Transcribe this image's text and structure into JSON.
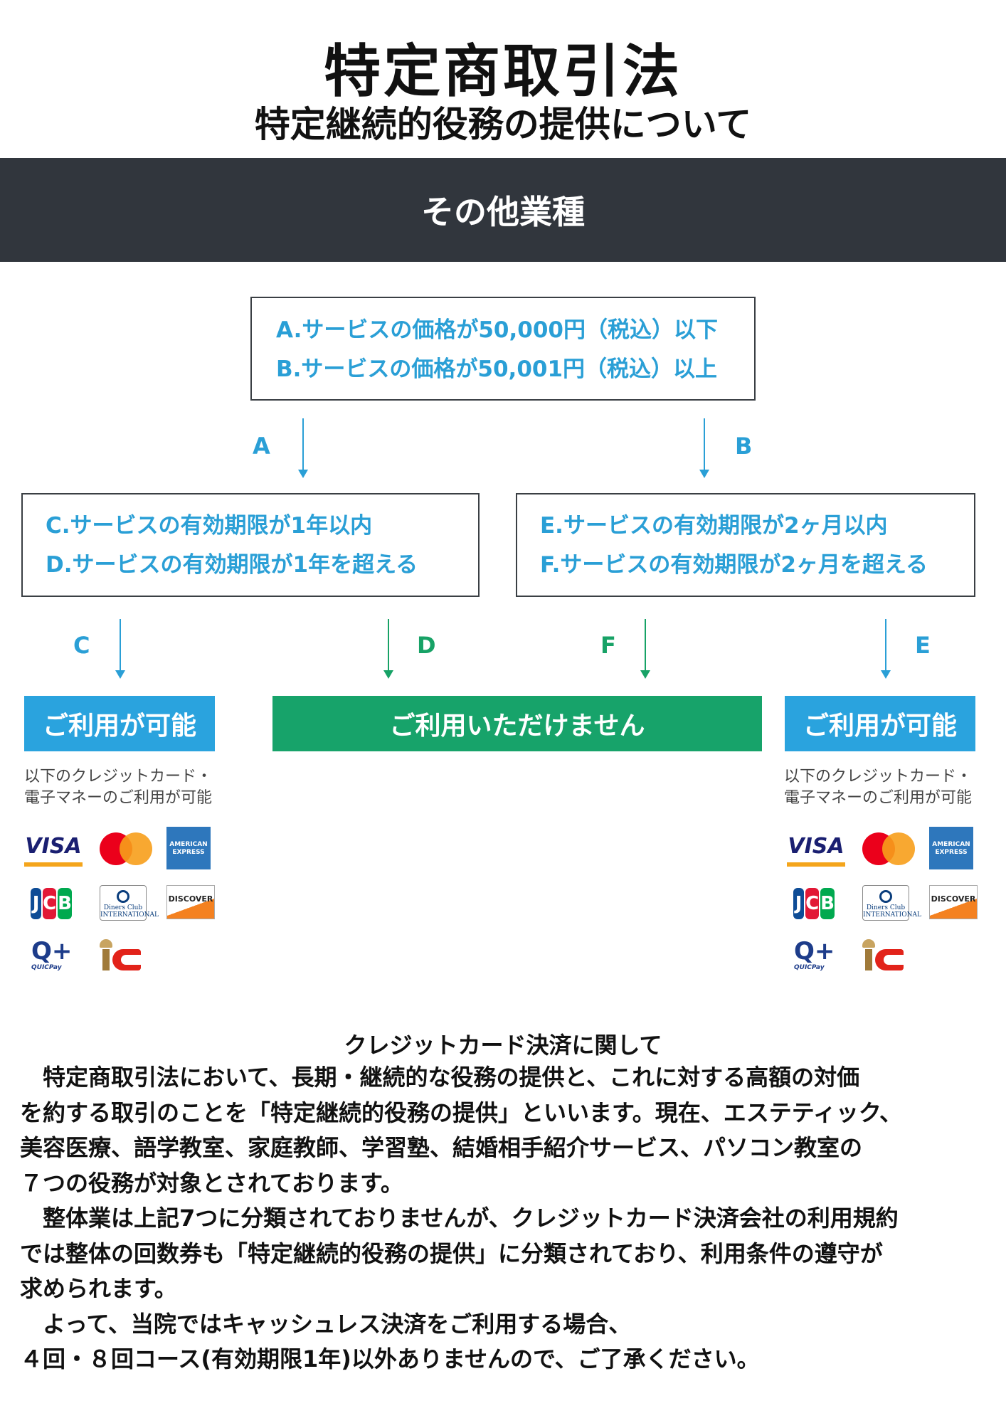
{
  "header": {
    "title": "特定商取引法",
    "subtitle": "特定継続的役務の提供について"
  },
  "banner": {
    "label": "その他業種"
  },
  "flow": {
    "top_box": {
      "line_a_prefix": "A.",
      "line_a_main": "サービスの価格が",
      "line_a_bold": "50,000円（税込）以下",
      "line_b_prefix": "B.",
      "line_b_main": "サービスの価格が",
      "line_b_bold": "50,001円（税込）以上"
    },
    "left_box": {
      "line_c_prefix": "C.",
      "line_c_main": "サービスの有効期限が",
      "line_c_bold": "1年以内",
      "line_d_prefix": "D.",
      "line_d_main": "サービスの有効期限が",
      "line_d_bold": "1年を超える"
    },
    "right_box": {
      "line_e_prefix": "E.",
      "line_e_main": "サービスの有効期限が",
      "line_e_bold": "2ヶ月以内",
      "line_f_prefix": "F.",
      "line_f_main": "サービスの有効期限が",
      "line_f_bold": "2ヶ月を超える"
    },
    "arrow_labels": {
      "a": "A",
      "b": "B",
      "c": "C",
      "d": "D",
      "f": "F",
      "e": "E"
    },
    "results": {
      "left": "ご利用が可能",
      "center": "ご利用いただけません",
      "right": "ご利用が可能"
    },
    "note": {
      "line1": "以下のクレジットカード・",
      "line2": "電子マネーのご利用が可能"
    }
  },
  "payment_logos": {
    "visa": "VISA",
    "amex": "AMERICAN EXPRESS",
    "jcb": [
      "J",
      "C",
      "B"
    ],
    "diners": "Diners Club INTERNATIONAL",
    "discover": "DISCOVER",
    "quicpay": "Q+",
    "quicpay_sub": "QUICPay",
    "icons": [
      "visa-logo",
      "mastercard-logo",
      "amex-logo",
      "jcb-logo",
      "diners-club-logo",
      "discover-logo",
      "quicpay-logo",
      "ic-emoney-logo"
    ]
  },
  "body": {
    "heading": "クレジットカード決済に関して",
    "lines": [
      "　特定商取引法において、長期・継続的な役務の提供と、これに対する高額の対価",
      "を約する取引のことを「特定継続的役務の提供」といいます。現在、エステティック、",
      "美容医療、語学教室、家庭教師、学習塾、結婚相手紹介サービス、パソコン教室の",
      "７つの役務が対象とされております。",
      "　整体業は上記7つに分類されておりませんが、クレジットカード決済会社の利用規約",
      "では整体の回数券も「特定継続的役務の提供」に分類されており、利用条件の遵守が",
      "求められます。",
      "　よって、当院ではキャッシュレス決済をご利用する場合、",
      "４回・８回コース(有効期限1年)以外ありませんので、ご了承ください。"
    ]
  },
  "colors": {
    "banner_bg": "#31363d",
    "accent_blue": "#2aa3de",
    "accent_green": "#17a36a",
    "box_text": "#2a9fd6"
  }
}
